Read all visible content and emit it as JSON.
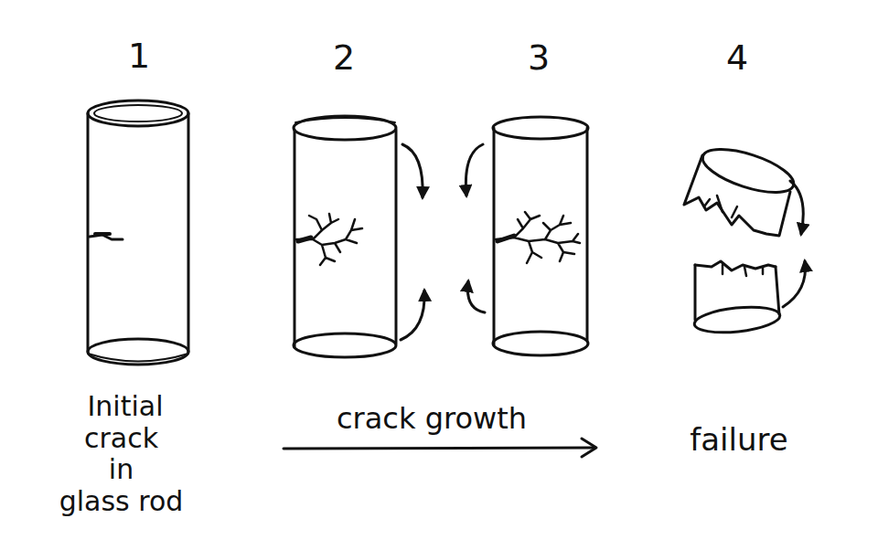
{
  "diagram": {
    "labels": [
      "1",
      "2",
      "3",
      "4",
      "Initial crack in glass rod",
      "crack growth",
      "failure"
    ]
  }
}
